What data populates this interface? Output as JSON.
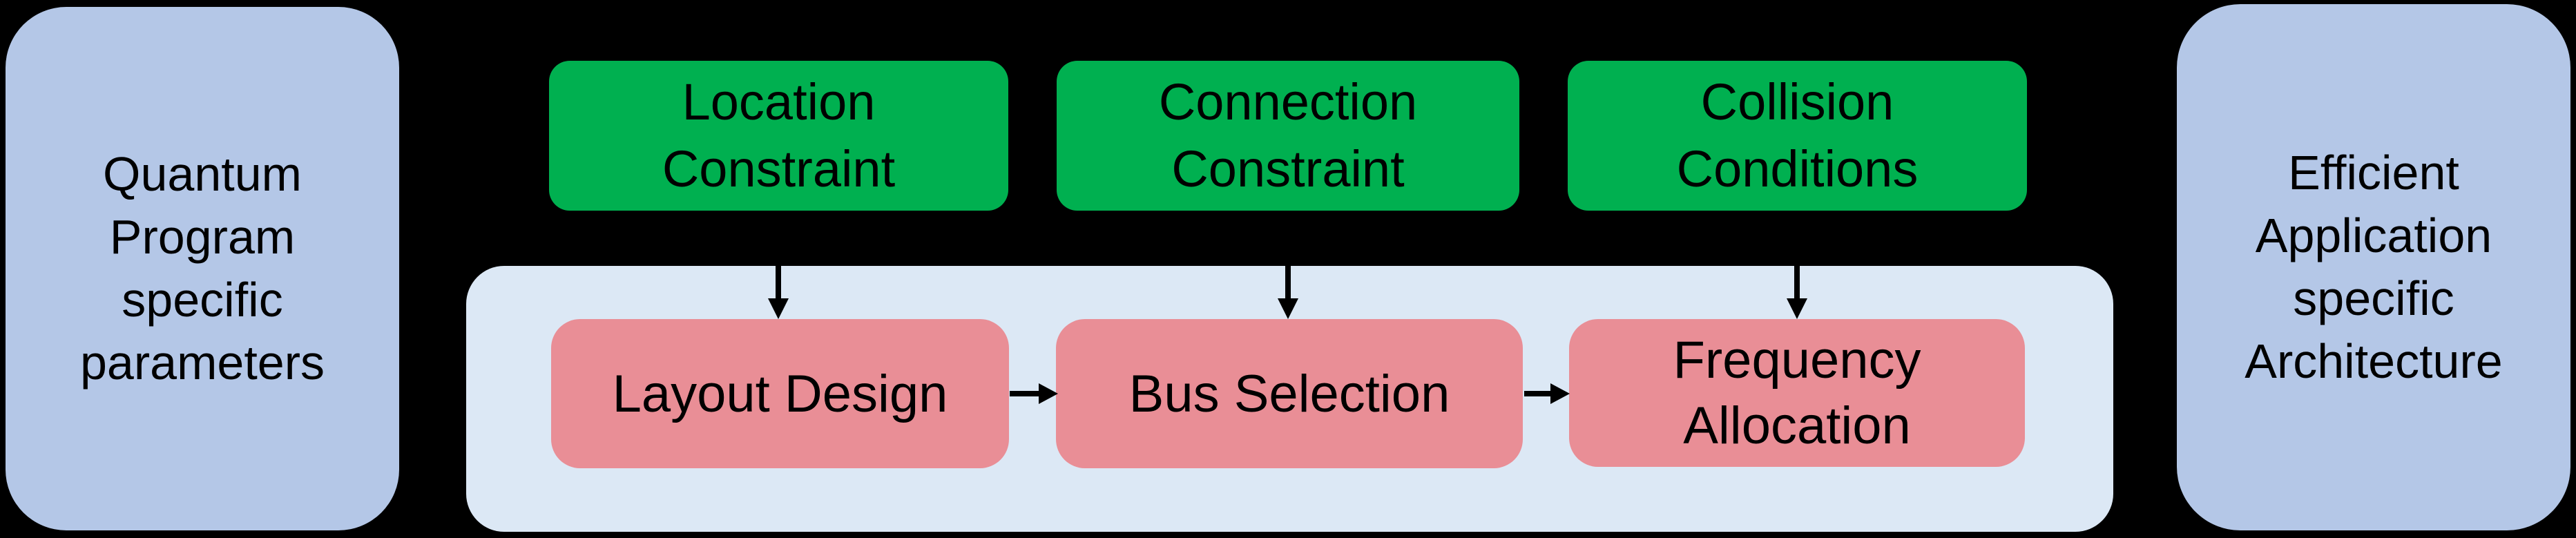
{
  "diagram": {
    "left_panel": {
      "lines": [
        "Quantum",
        "Program",
        "specific",
        "parameters"
      ]
    },
    "right_panel": {
      "lines": [
        "Efficient",
        "Application",
        "specific",
        "Architecture"
      ]
    },
    "constraint_boxes": [
      {
        "lines": [
          "Location",
          "Constraint"
        ]
      },
      {
        "lines": [
          "Connection",
          "Constraint"
        ]
      },
      {
        "lines": [
          "Collision",
          "Conditions"
        ]
      }
    ],
    "stage_boxes": [
      {
        "lines": [
          "Layout Design"
        ]
      },
      {
        "lines": [
          "Bus Selection"
        ]
      },
      {
        "lines": [
          "Frequency",
          "Allocation"
        ]
      }
    ],
    "colors": {
      "background": "#000000",
      "panel-blue": "#b4c7e7",
      "container-blue": "#dce8f5",
      "constraint-green": "#00b050",
      "stage-pink": "#e98e96",
      "arrow-black": "#000000",
      "text-black": "#000000"
    }
  }
}
